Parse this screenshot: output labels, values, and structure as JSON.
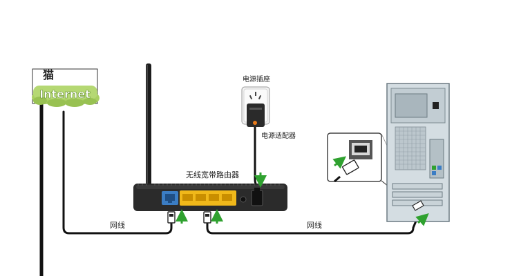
{
  "labels": {
    "modem": "猫",
    "internet": "Internet",
    "router": "无线宽带路由器",
    "power_socket": "电源插座",
    "power_adapter": "电源适配器",
    "cable_left": "网线",
    "cable_right": "网线"
  },
  "colors": {
    "cable": "#111111",
    "arrow": "#2fa12f",
    "cloud": "#a9cf62",
    "router_body": "#2b2b2b",
    "lan_ports": "#f0b81a",
    "wan_port": "#3b7dc4",
    "pc_case": "#d4dde2"
  }
}
